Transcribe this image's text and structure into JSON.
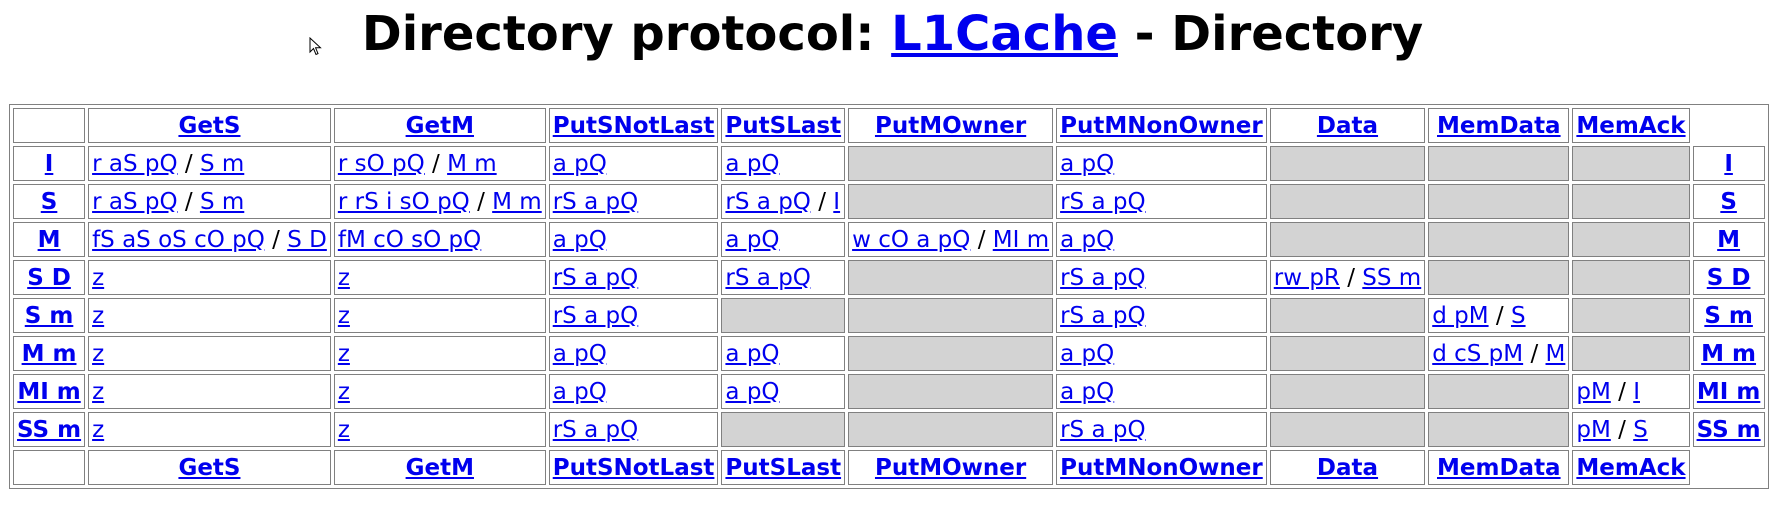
{
  "title": {
    "prefix": "Directory protocol: ",
    "link": "L1Cache",
    "suffix": " - Directory"
  },
  "header_events": [
    "GetS",
    "GetM",
    "PutSNotLast",
    "PutSLast",
    "PutMOwner",
    "PutMNonOwner",
    "Data",
    "MemData",
    "MemAck"
  ],
  "rows": [
    {
      "state": "I",
      "cells": [
        [
          "r aS pQ",
          "S m"
        ],
        [
          "r sO pQ",
          "M m"
        ],
        [
          "a pQ"
        ],
        [
          "a pQ"
        ],
        null,
        [
          "a pQ"
        ],
        null,
        null,
        null
      ]
    },
    {
      "state": "S",
      "cells": [
        [
          "r aS pQ",
          "S m"
        ],
        [
          "r rS i sO pQ",
          "M m"
        ],
        [
          "rS a pQ"
        ],
        [
          "rS a pQ",
          "I"
        ],
        null,
        [
          "rS a pQ"
        ],
        null,
        null,
        null
      ]
    },
    {
      "state": "M",
      "cells": [
        [
          "fS aS oS cO pQ",
          "S D"
        ],
        [
          "fM cO sO pQ"
        ],
        [
          "a pQ"
        ],
        [
          "a pQ"
        ],
        [
          "w cO a pQ",
          "MI m"
        ],
        [
          "a pQ"
        ],
        null,
        null,
        null
      ]
    },
    {
      "state": "S D",
      "cells": [
        [
          "z"
        ],
        [
          "z"
        ],
        [
          "rS a pQ"
        ],
        [
          "rS a pQ"
        ],
        null,
        [
          "rS a pQ"
        ],
        [
          "rw pR",
          "SS m"
        ],
        null,
        null
      ]
    },
    {
      "state": "S m",
      "cells": [
        [
          "z"
        ],
        [
          "z"
        ],
        [
          "rS a pQ"
        ],
        null,
        null,
        [
          "rS a pQ"
        ],
        null,
        [
          "d pM",
          "S"
        ],
        null
      ]
    },
    {
      "state": "M m",
      "cells": [
        [
          "z"
        ],
        [
          "z"
        ],
        [
          "a pQ"
        ],
        [
          "a pQ"
        ],
        null,
        [
          "a pQ"
        ],
        null,
        [
          "d cS pM",
          "M"
        ],
        null
      ]
    },
    {
      "state": "MI m",
      "cells": [
        [
          "z"
        ],
        [
          "z"
        ],
        [
          "a pQ"
        ],
        [
          "a pQ"
        ],
        null,
        [
          "a pQ"
        ],
        null,
        null,
        [
          "pM",
          "I"
        ]
      ]
    },
    {
      "state": "SS m",
      "cells": [
        [
          "z"
        ],
        [
          "z"
        ],
        [
          "rS a pQ"
        ],
        null,
        null,
        [
          "rS a pQ"
        ],
        null,
        null,
        [
          "pM",
          "S"
        ]
      ]
    }
  ],
  "separator": "/",
  "colors": {
    "link": "#0000ee",
    "empty_cell": "#d3d3d3",
    "border": "#808080"
  },
  "icons": {
    "cursor": "mouse-pointer-icon"
  }
}
